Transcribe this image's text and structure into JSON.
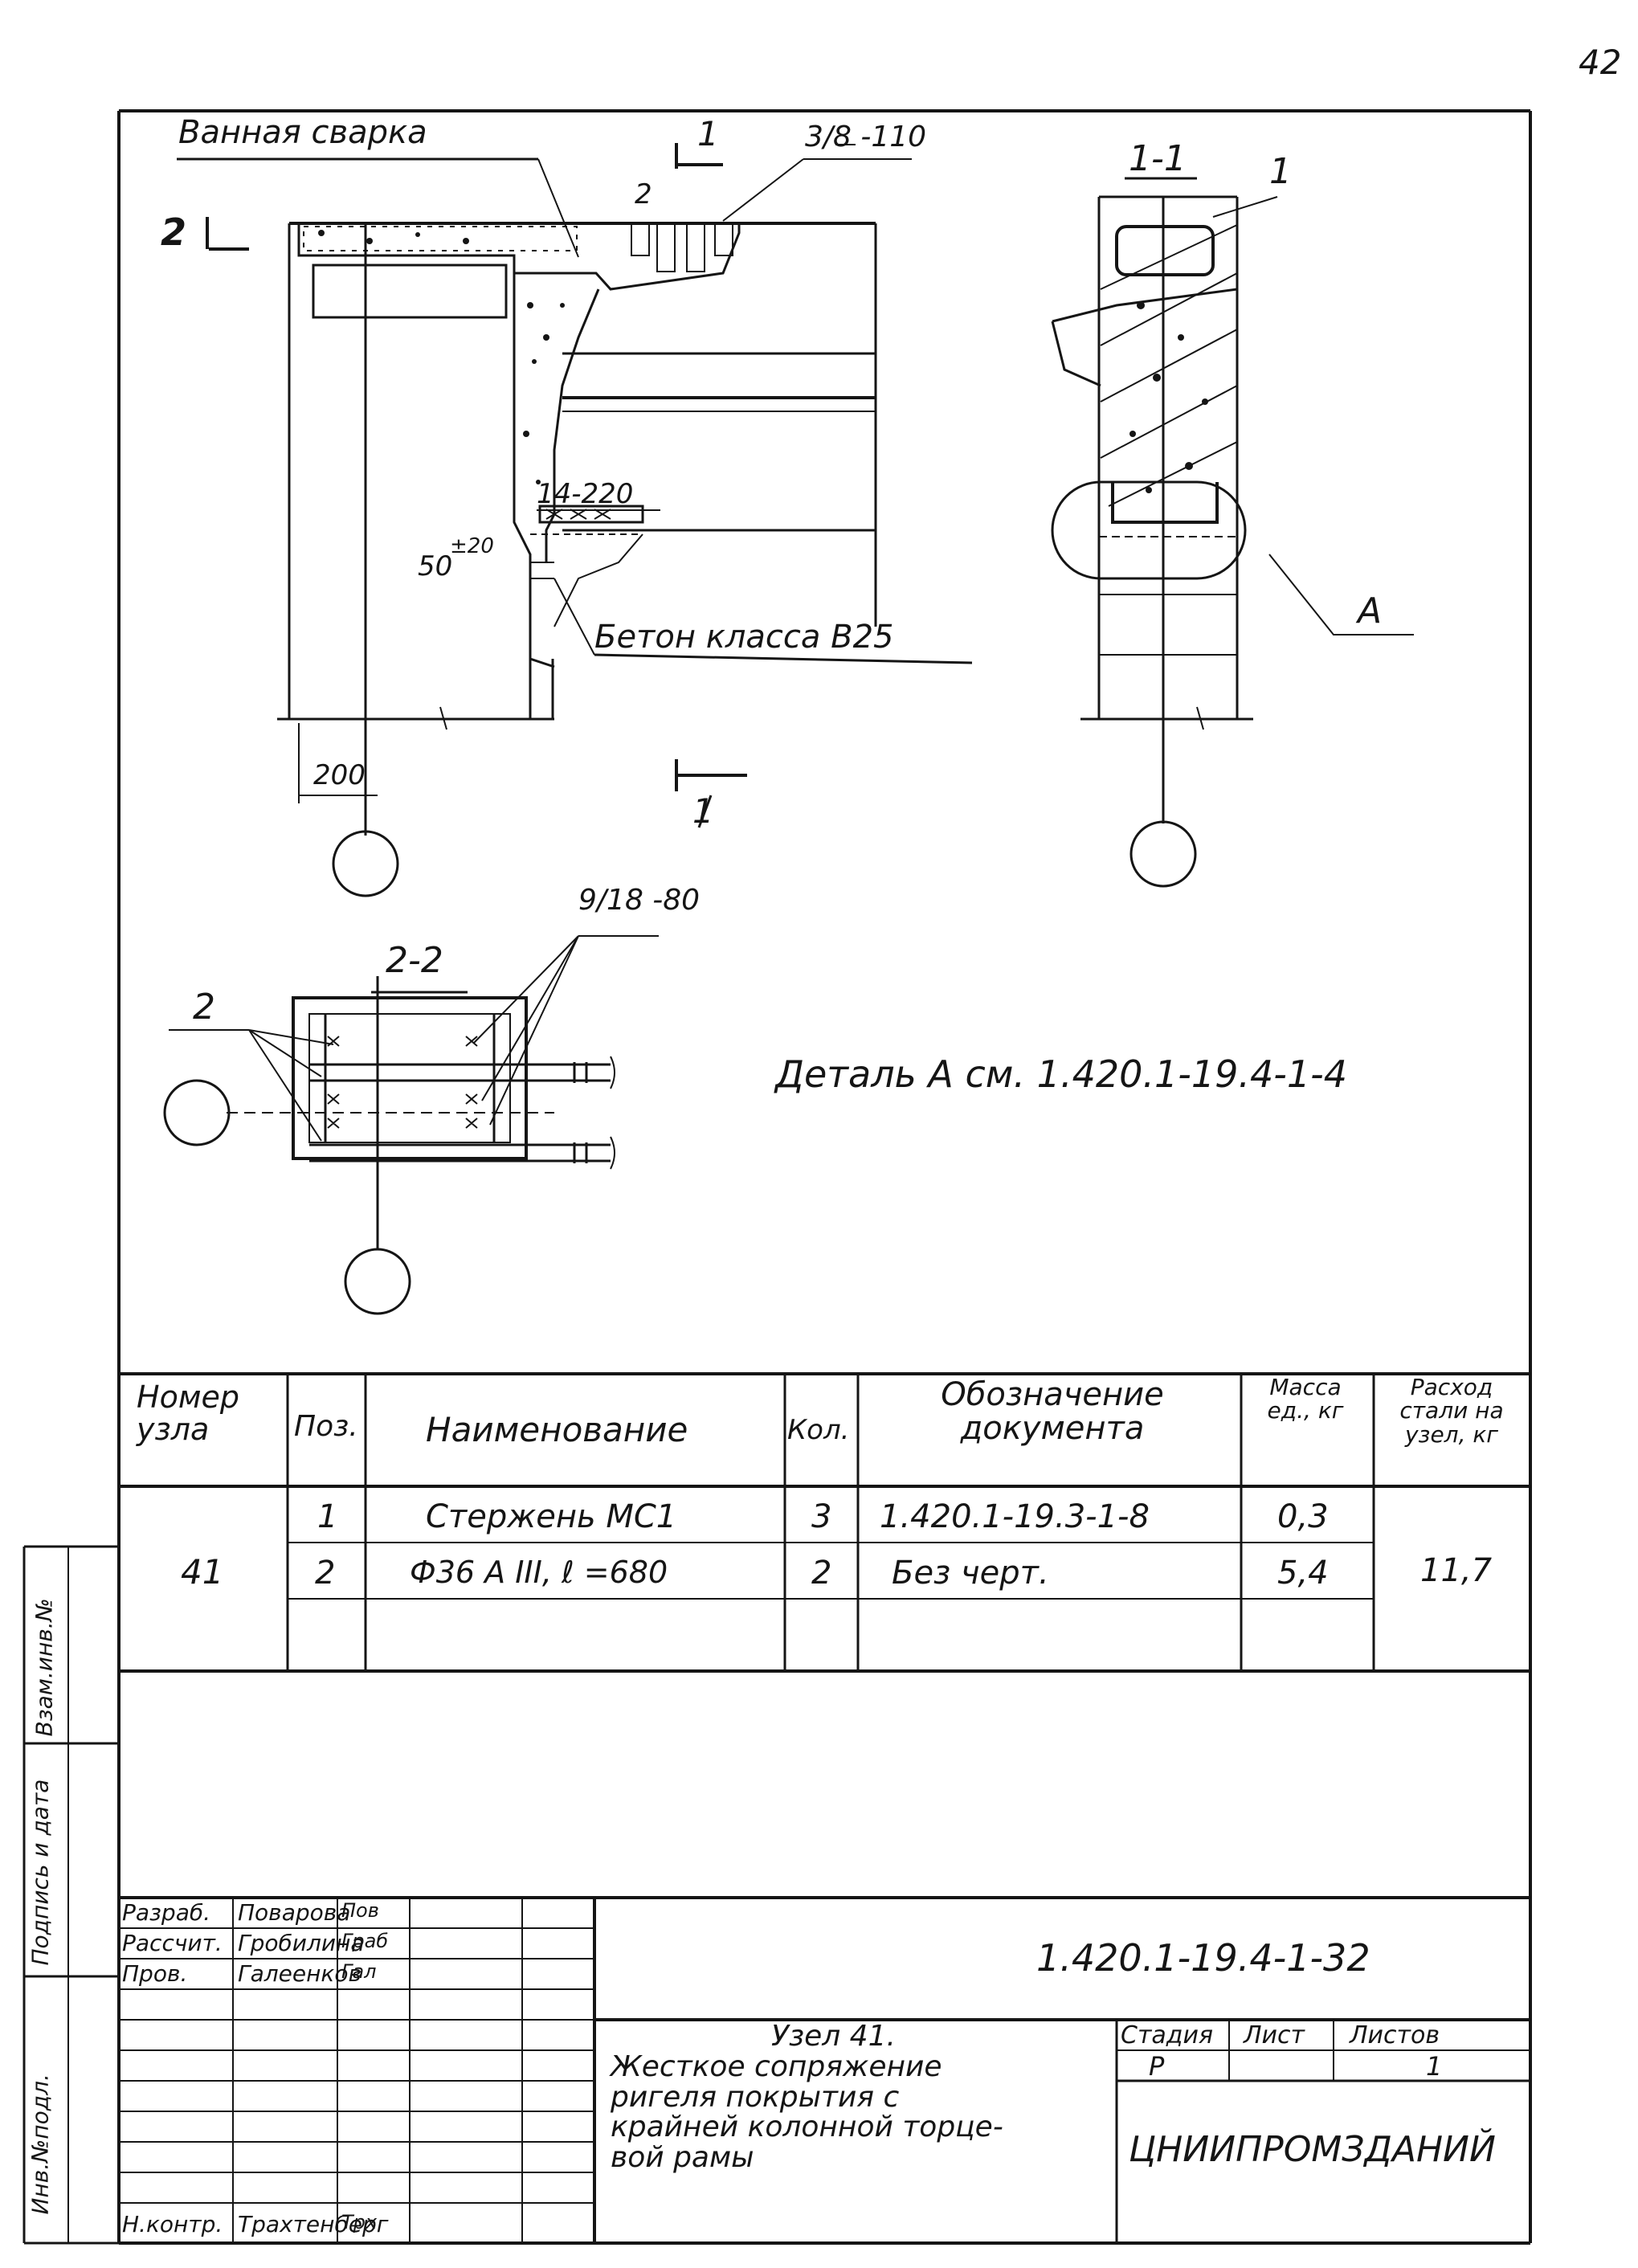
{
  "page_number": "42",
  "drawing": {
    "callout_weld": "Ванная сварка",
    "callout_section_1": "1",
    "callout_fraction_top": "3/8 -110",
    "callout_pos_2": "2",
    "callout_section_2": "2",
    "callout_14_220": "14-220",
    "callout_50": "50",
    "callout_50_tol": "±20",
    "callout_concrete": "Бетон класса В25",
    "callout_200": "200",
    "section_1_title": "1-1",
    "section_1_pos": "1",
    "callout_A": "А",
    "section_2_title": "2-2",
    "section_2_fraction": "9/18 -80",
    "section_2_pos": "2",
    "detail_note": "Деталь А см. 1.420.1-19.4-1-4"
  },
  "spec_table": {
    "headers": {
      "node": "Номер узла",
      "pos": "Поз.",
      "name": "Наименование",
      "qty": "Кол.",
      "doc": "Обозначение документа",
      "mass": "Масса ед., кг",
      "steel": "Расход стали на узел, кг"
    },
    "node_number": "41",
    "steel_total": "11,7",
    "rows": [
      {
        "pos": "1",
        "name": "Стержень МС1",
        "qty": "3",
        "doc": "1.420.1-19.3-1-8",
        "mass": "0,3"
      },
      {
        "pos": "2",
        "name": "Ф36 А III, ℓ =680",
        "qty": "2",
        "doc": "Без черт.",
        "mass": "5,4"
      }
    ]
  },
  "side_stamp": {
    "inv_replace": "Взам.инв.№",
    "sign_date": "Подпись и дата",
    "inv_orig": "Инв.№подл."
  },
  "title_block": {
    "doc_code": "1.420.1-19.4-1-32",
    "roles": [
      {
        "role": "Разраб.",
        "name": "Поварова",
        "sign": "Пов"
      },
      {
        "role": "Рассчит.",
        "name": "Гробилина",
        "sign": "Граб"
      },
      {
        "role": "Пров.",
        "name": "Галеенков",
        "sign": "Гал"
      },
      {
        "role": "Н.контр.",
        "name": "Трахтенберг",
        "sign": "Трх"
      }
    ],
    "title_lines": [
      "Узел 41.",
      "Жесткое сопряжение",
      "ригеля покрытия с",
      "крайней колонной торце-",
      "вой рамы"
    ],
    "stage_label": "Стадия",
    "sheet_label": "Лист",
    "sheets_label": "Листов",
    "stage_value": "Р",
    "sheets_value": "1",
    "organization": "ЦНИИПРОМЗДАНИЙ"
  }
}
